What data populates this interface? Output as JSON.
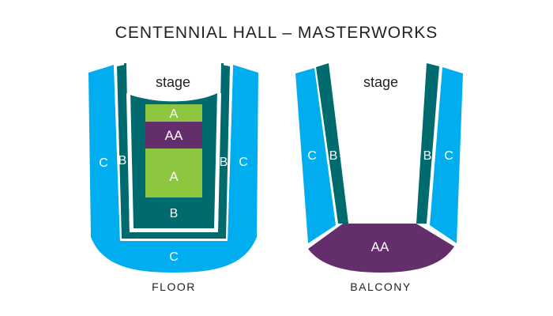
{
  "title": "CENTENNIAL HALL – MASTERWORKS",
  "colors": {
    "c": "#00aeef",
    "b": "#006b6e",
    "a": "#8dc63f",
    "aa": "#642d6b"
  },
  "floor": {
    "caption": "FLOOR",
    "stage": "stage",
    "labels": {
      "c_left": "C",
      "b_left": "B",
      "b_right": "B",
      "c_right": "C",
      "a_top": "A",
      "aa": "AA",
      "a_bottom": "A",
      "b_bottom": "B",
      "c_bottom": "C"
    }
  },
  "balcony": {
    "caption": "BALCONY",
    "stage": "stage",
    "labels": {
      "c_left": "C",
      "b_left": "B",
      "b_right": "B",
      "c_right": "C",
      "aa": "AA"
    }
  }
}
